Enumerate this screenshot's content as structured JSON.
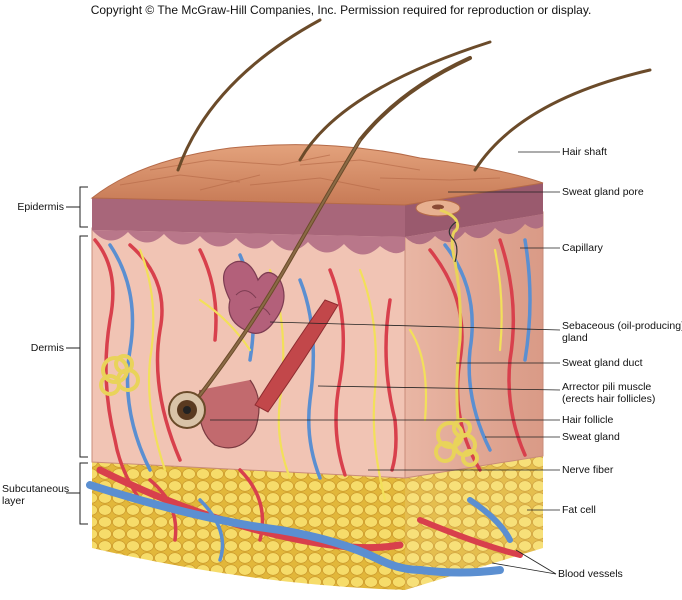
{
  "header": {
    "copyright": "Copyright © The McGraw-Hill Companies, Inc. Permission required for reproduction or display."
  },
  "layers": {
    "epidermis": "Epidermis",
    "dermis": "Dermis",
    "subcutaneous_line1": "Subcutaneous",
    "subcutaneous_line2": "layer"
  },
  "labels": {
    "hair_shaft": "Hair shaft",
    "sweat_gland_pore": "Sweat gland pore",
    "capillary": "Capillary",
    "sebaceous_line1": "Sebaceous (oil-producing)",
    "sebaceous_line2": "gland",
    "sweat_gland_duct": "Sweat gland duct",
    "arrector_line1": "Arrector pili muscle",
    "arrector_line2": "(erects hair follicles)",
    "hair_follicle": "Hair follicle",
    "sweat_gland": "Sweat gland",
    "nerve_fiber": "Nerve fiber",
    "fat_cell": "Fat cell",
    "blood_vessels": "Blood vessels"
  },
  "colors": {
    "skin_surface": "#d9906a",
    "epidermis": "#a8667a",
    "dermis": "#f1c4b4",
    "fat": "#f2d45a",
    "artery": "#d8404c",
    "vein": "#5b8fd1",
    "nerve": "#f2e05a",
    "hair": "#6b4b2a"
  }
}
